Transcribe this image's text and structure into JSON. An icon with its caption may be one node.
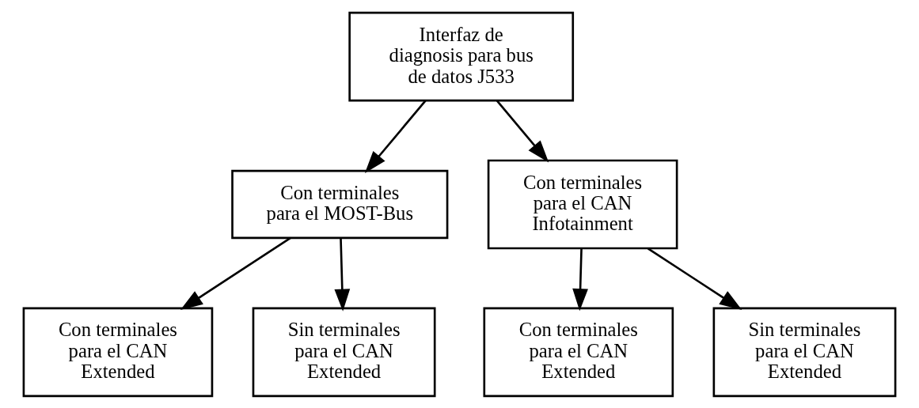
{
  "diagram": {
    "nodes": [
      {
        "text": [
          "Interfaz de diagnosis para bus de datos J533"
        ]
      },
      {
        "text": [
          "Con terminales para el MOST-Bus"
        ]
      },
      {
        "text": [
          "Con terminales para el CAN Infotainment"
        ]
      },
      {
        "text": [
          "Con terminales para el CAN Extended"
        ]
      },
      {
        "text": [
          "Sin terminales para el CAN Extended"
        ]
      },
      {
        "text": [
          "Con terminales para el CAN Extended"
        ]
      },
      {
        "text": [
          "Sin terminales para el CAN Extended"
        ]
      }
    ],
    "edges": [
      {
        "from": 0,
        "to": 1,
        "arrow": "to"
      },
      {
        "from": 0,
        "to": 2,
        "arrow": "to"
      },
      {
        "from": 1,
        "to": 3,
        "arrow": "to"
      },
      {
        "from": 1,
        "to": 4,
        "arrow": "to"
      },
      {
        "from": 2,
        "to": 5,
        "arrow": "to"
      },
      {
        "from": 2,
        "to": 6,
        "arrow": "to"
      }
    ]
  }
}
